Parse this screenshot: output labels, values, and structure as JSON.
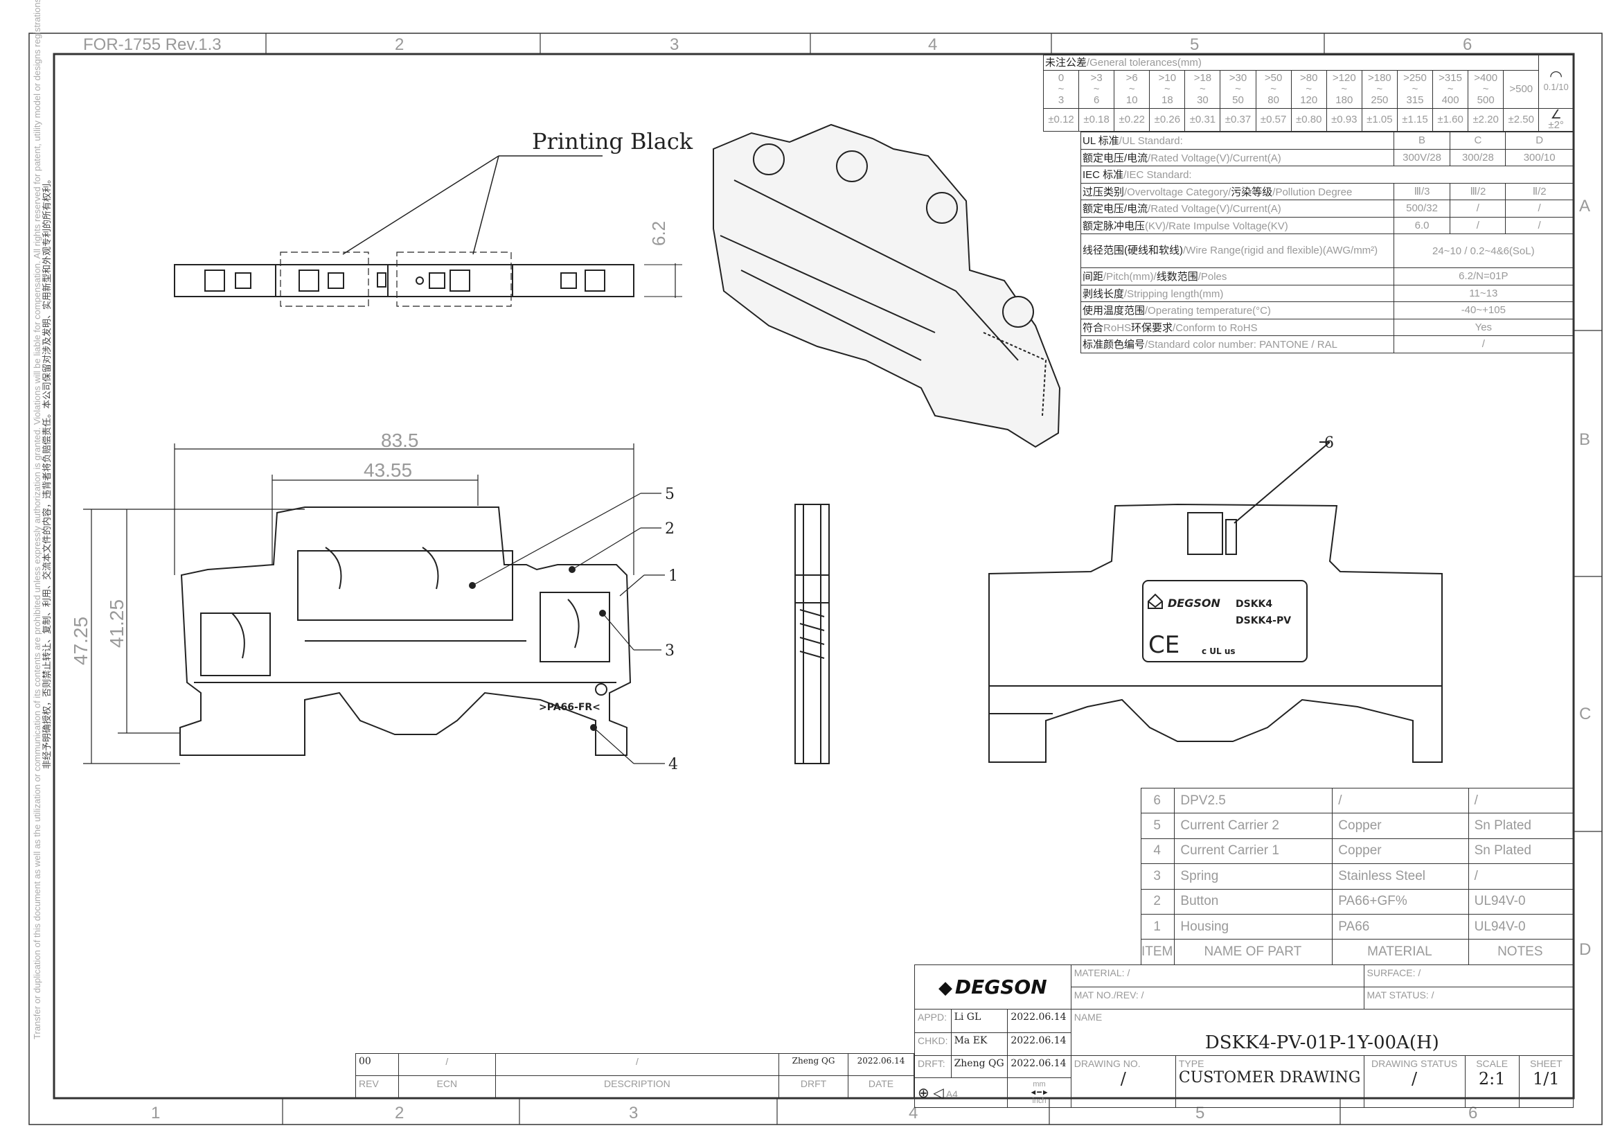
{
  "frame": {
    "form_no": "FOR-1755 Rev.1.3",
    "zones_top": [
      "2",
      "3",
      "4",
      "5",
      "6"
    ],
    "zones_bottom": [
      "1",
      "2",
      "3",
      "4",
      "5",
      "6"
    ],
    "rows": [
      "A",
      "B",
      "C",
      "D"
    ]
  },
  "legal_notice": {
    "en": "Transfer or duplication of this document as well as the utilization or communication of its contents are prohibited unless expressly authorization is granted. Violations will be liable for compensation. All rights reserved for patent, utility model or designs registrations.",
    "zh": "非经予明确授权，否则禁止转让、复制、利用、交流本文件的内容，违背者将负赔偿责任。本公司保留对涉及发明、实用新型和外观专利的所有权利。"
  },
  "tolerances": {
    "title_zh": "未注公差",
    "title_en": "/General tolerances(mm)",
    "ranges": [
      {
        "from": "0",
        "to": "3",
        "tol": "±0.12"
      },
      {
        "from": ">3",
        "to": "6",
        "tol": "±0.18"
      },
      {
        "from": ">6",
        "to": "10",
        "tol": "±0.22"
      },
      {
        "from": ">10",
        "to": "18",
        "tol": "±0.26"
      },
      {
        "from": ">18",
        "to": "30",
        "tol": "±0.31"
      },
      {
        "from": ">30",
        "to": "50",
        "tol": "±0.37"
      },
      {
        "from": ">50",
        "to": "80",
        "tol": "±0.57"
      },
      {
        "from": ">80",
        "to": "120",
        "tol": "±0.80"
      },
      {
        "from": ">120",
        "to": "180",
        "tol": "±0.93"
      },
      {
        "from": ">180",
        "to": "250",
        "tol": "±1.05"
      },
      {
        "from": ">250",
        "to": "315",
        "tol": "±1.15"
      },
      {
        "from": ">315",
        "to": "400",
        "tol": "±1.60"
      },
      {
        "from": ">400",
        "to": "500",
        "tol": "±2.20"
      }
    ],
    "over500": ">500",
    "over500_tol": "±2.50",
    "tilde": "~",
    "flatness": "0.1/10",
    "angle": "±2°"
  },
  "specs": {
    "ul_standard": {
      "zh": "UL 标准",
      "en": "/UL Standard:",
      "cols": [
        "B",
        "C",
        "D"
      ]
    },
    "ul_rated": {
      "zh": "额定电压/电流",
      "en": "/Rated Voltage(V)/Current(A)",
      "values": [
        "300V/28",
        "300/28",
        "300/10"
      ]
    },
    "iec_standard": {
      "zh": "IEC 标准",
      "en": "/IEC Standard:"
    },
    "overvoltage": {
      "zh": "过压类别",
      "en": "/Overvoltage Category/",
      "zh2": "污染等级",
      "en2": "/Pollution Degree",
      "values": [
        "Ⅲ/3",
        "Ⅲ/2",
        "Ⅱ/2"
      ]
    },
    "iec_rated": {
      "zh": "额定电压/电流",
      "en": "/Rated Voltage(V)/Current(A)",
      "values": [
        "500/32",
        "/",
        "/"
      ]
    },
    "impulse": {
      "zh": "额定脉冲电压",
      "en": "(KV)/Rate Impulse Voltage(KV)",
      "values": [
        "6.0",
        "/",
        "/"
      ]
    },
    "wire_range": {
      "zh": "线径范围(硬线和软线)",
      "en": "/Wire Range(rigid and flexible)(AWG/mm²)",
      "value": "24~10 / 0.2~4&6(SoL)"
    },
    "pitch": {
      "zh": "间距",
      "en": "/Pitch(mm)/",
      "zh2": "线数范围",
      "en2": "/Poles",
      "value": "6.2/N=01P"
    },
    "stripping": {
      "zh": "剥线长度",
      "en": "/Stripping length(mm)",
      "value": "11~13"
    },
    "temperature": {
      "zh": "使用温度范围",
      "en": "/Operating temperature(°C)",
      "value": "-40~+105"
    },
    "rohs": {
      "zh": "符合",
      "en": "RoHS",
      "zh2": "环保要求",
      "en2": "/Conform to RoHS",
      "value": "Yes"
    },
    "color": {
      "zh": "标准颜色编号",
      "en": "/Standard color number: PANTONE / RAL",
      "value": "/"
    }
  },
  "drawing": {
    "printing_note": "Printing Black",
    "dims": {
      "overall_length": "83.5",
      "inner_length": "43.55",
      "overall_height": "47.25",
      "inner_height": "41.25",
      "pitch": "6.2"
    },
    "balloons": [
      "1",
      "2",
      "3",
      "4",
      "5",
      "6"
    ],
    "housing_mark": ">PA66-FR<",
    "label": {
      "brand": "DEGSON",
      "model1": "DSKK4",
      "model2": "DSKK4-PV",
      "ce": "CE",
      "ul": "c UL us"
    }
  },
  "bom": {
    "rows": [
      {
        "item": "6",
        "name": "DPV2.5",
        "material": "/",
        "notes": "/"
      },
      {
        "item": "5",
        "name": "Current Carrier 2",
        "material": "Copper",
        "notes": "Sn Plated"
      },
      {
        "item": "4",
        "name": "Current Carrier 1",
        "material": "Copper",
        "notes": "Sn Plated"
      },
      {
        "item": "3",
        "name": "Spring",
        "material": "Stainless Steel",
        "notes": "/"
      },
      {
        "item": "2",
        "name": "Button",
        "material": "PA66+GF%",
        "notes": "UL94V-0"
      },
      {
        "item": "1",
        "name": "Housing",
        "material": "PA66",
        "notes": "UL94V-0"
      }
    ],
    "headers": {
      "item": "ITEM",
      "name": "NAME OF PART",
      "material": "MATERIAL",
      "notes": "NOTES"
    }
  },
  "title_block": {
    "logo": "DEGSON",
    "material": "MATERIAL: /",
    "surface": "SURFACE: /",
    "mat_no": "MAT NO./REV: /",
    "mat_status": "MAT STATUS: /",
    "appd_label": "APPD:",
    "appd_name": "Li GL",
    "appd_date": "2022.06.14",
    "chkd_label": "CHKD:",
    "chkd_name": "Ma EK",
    "chkd_date": "2022.06.14",
    "drft_label": "DRFT:",
    "drft_name": "Zheng QG",
    "drft_date": "2022.06.14",
    "name_label": "NAME",
    "name": "DSKK4-PV-01P-1Y-00A(H)",
    "drawing_no_label": "DRAWING NO.",
    "drawing_no": "/",
    "type_label": "TYPE",
    "type": "CUSTOMER DRAWING",
    "status_label": "DRAWING STATUS",
    "status": "/",
    "scale_label": "SCALE",
    "scale": "2:1",
    "sheet_label": "SHEET",
    "sheet": "1/1",
    "paper": "A4",
    "unit_mm": "mm",
    "unit_inch": "inch"
  },
  "revision": {
    "row": {
      "rev": "00",
      "ecn": "/",
      "description": "/",
      "drft": "Zheng QG",
      "date": "2022.06.14"
    },
    "headers": {
      "rev": "REV",
      "ecn": "ECN",
      "description": "DESCRIPTION",
      "drft": "DRFT",
      "date": "DATE"
    }
  }
}
